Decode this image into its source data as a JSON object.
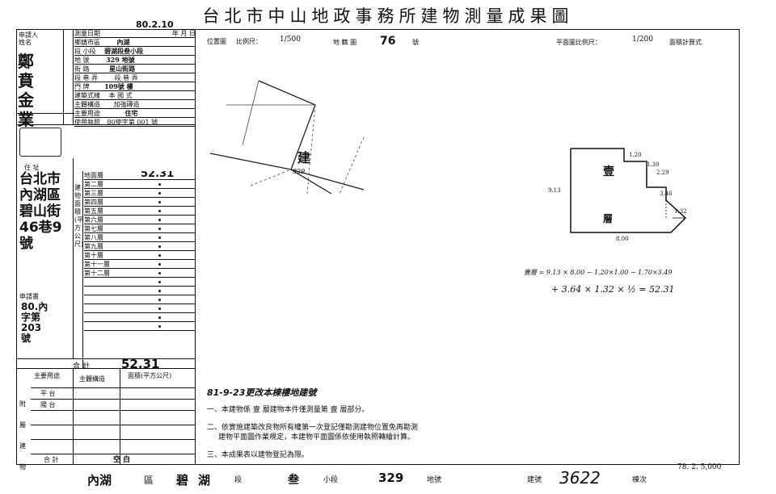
{
  "title": "台北市中山地政事務所建物測量成果圖",
  "survey_date": "80.2.10",
  "left": {
    "applicant_label": "申請人姓名",
    "applicant_value": "鄭賁金業",
    "survey_date_label": "測量日期",
    "survey_date_sub": "年 月 日",
    "district_label": "鄉鎮市區",
    "district_value": "內湖",
    "section_label": "段 小段",
    "section_value": "碧湖段叁小段",
    "lot_label": "地 號",
    "lot_value": "329 地號",
    "road_label": "街 路",
    "road_value": "星山街路",
    "lane_label": "段 巷 弄",
    "lane_value": "段 巷 弄",
    "door_label": "門 牌",
    "door_value": "109號 樓",
    "style_label": "建築式樣",
    "style_value": "本 國 式",
    "structure_label": "主體構造",
    "structure_value": "加強磚造",
    "use_label": "主要用途",
    "use_value": "住宅",
    "license_label": "使用執照",
    "license_value": "80使字第 001 號",
    "address_label": "住 址",
    "address_value": "台北市內湖區碧山街46巷9號",
    "floor_label": "建物面積(平方公尺)",
    "floors": [
      "地面層",
      "第二層",
      "第三層",
      "第四層",
      "第五層",
      "第六層",
      "第七層",
      "第八層",
      "第九層",
      "第十層",
      "第十一層",
      "第十二層"
    ],
    "ground_area": "52.31",
    "request_label": "申請書",
    "request_value": "80.內字第 203 號",
    "total_label": "合 計",
    "total_value": "52.31",
    "sub_use_label": "主要用途",
    "sub_structure_label": "主體構造",
    "sub_area_label": "面積(平方公尺)",
    "annex_label": "附屬建物",
    "balcony1": "平 台",
    "balcony2": "陽 台",
    "sub_total_label": "合 計",
    "sub_total_value": "空 白"
  },
  "right": {
    "location_label": "位置圖",
    "location_scale_label": "比例尺：",
    "location_scale": "1/500",
    "map_label": "地 籍 圖",
    "map_no": "76",
    "map_suffix": "號",
    "plan_scale_label": "平面圖比例尺：",
    "plan_scale": "1/200",
    "area_method": "面積計算式",
    "building_mark": "建",
    "lot_no": "329",
    "floor_name": "壹",
    "floor_suffix": "層",
    "dims": [
      "1.20",
      "1.30",
      "2.29",
      "3.46",
      "1.32",
      "9.13",
      "8.00"
    ],
    "calc_line1": "壹層 = 9.13 × 8.00 − 1.20×1.00 − 1.70×3.49",
    "calc_line2": "+ 3.64 × 1.32 × ½ = 52.31",
    "handwritten_note": "81-9-23更改本棟樓地建號",
    "note1": "一、本建物係 壹 層建物本件僅測量第 壹 層部分。",
    "note2a": "二、依實施建築改良物所有權第一次登記僅勘測建物位置免再勘測",
    "note2b": "建物平面圖作業規定，本建物平面圖係依使用執照轉繪計算。",
    "note3": "三、本成果表以建物登記為限。"
  },
  "footer": {
    "district": "內湖",
    "district_suffix": "區",
    "section": "碧湖",
    "section_suffix": "段",
    "subsection": "叁",
    "subsection_suffix": "小段",
    "lot": "329",
    "lot_suffix": "地號",
    "building_label": "建號",
    "building_no": "3622",
    "count_label": "棟次",
    "print_code": "78. 2. 5,000"
  }
}
